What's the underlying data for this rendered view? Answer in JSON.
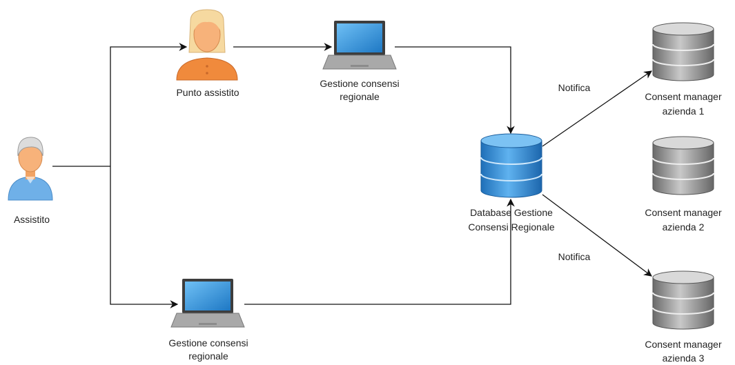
{
  "nodes": {
    "assistito": {
      "label": "Assistito",
      "icon": "user-icon"
    },
    "punto_assistito": {
      "label": "Punto assistito",
      "icon": "female-user-icon"
    },
    "gestione_top": {
      "label_line1": "Gestione consensi",
      "label_line2": "regionale",
      "icon": "laptop-icon"
    },
    "gestione_bottom": {
      "label_line1": "Gestione consensi",
      "label_line2": "regionale",
      "icon": "laptop-icon"
    },
    "database": {
      "label_line1": "Database Gestione",
      "label_line2": "Consensi Regionale",
      "icon": "database-icon"
    },
    "cm1": {
      "label_line1": "Consent manager",
      "label_line2": "azienda 1",
      "icon": "database-icon"
    },
    "cm2": {
      "label_line1": "Consent manager",
      "label_line2": "azienda 2",
      "icon": "database-icon"
    },
    "cm3": {
      "label_line1": "Consent manager",
      "label_line2": "azienda 3",
      "icon": "database-icon"
    }
  },
  "edges": {
    "notifica_1": "Notifica",
    "notifica_3": "Notifica"
  },
  "colors": {
    "line": "#111111",
    "db_blue": "#2f8fd8",
    "db_gray": "#8a8a8a",
    "laptop_screen": "#3a9ce0",
    "skin": "#f7b27a",
    "female_shirt": "#f08a3c",
    "male_shirt": "#6fb0e8"
  }
}
